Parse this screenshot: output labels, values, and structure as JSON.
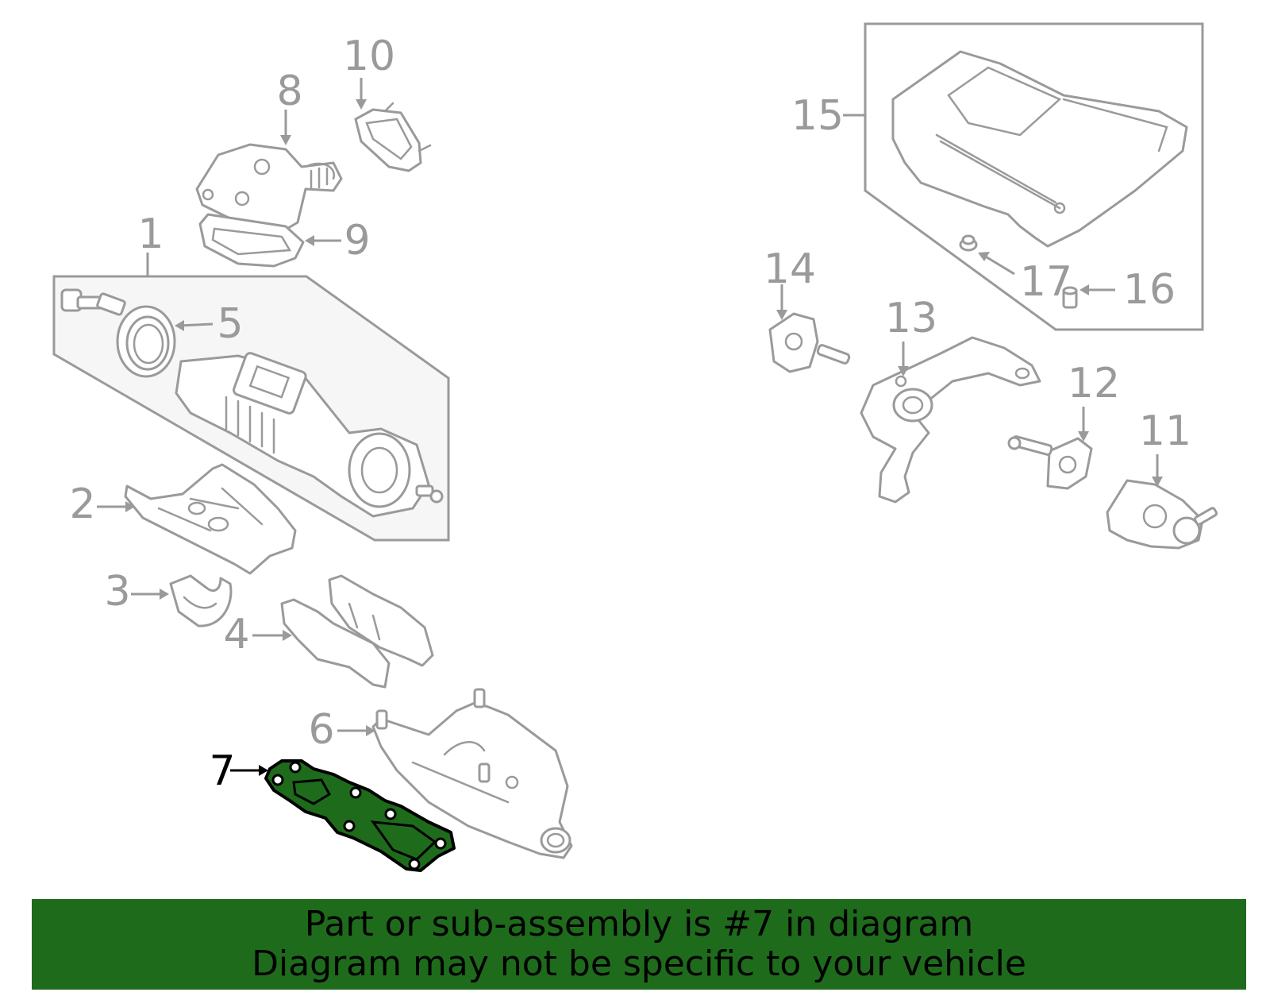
{
  "callouts": [
    {
      "id": "1",
      "label": "1",
      "active": false
    },
    {
      "id": "2",
      "label": "2",
      "active": false
    },
    {
      "id": "3",
      "label": "3",
      "active": false
    },
    {
      "id": "4",
      "label": "4",
      "active": false
    },
    {
      "id": "5",
      "label": "5",
      "active": false
    },
    {
      "id": "6",
      "label": "6",
      "active": false
    },
    {
      "id": "7",
      "label": "7",
      "active": true
    },
    {
      "id": "8",
      "label": "8",
      "active": false
    },
    {
      "id": "9",
      "label": "9",
      "active": false
    },
    {
      "id": "10",
      "label": "10",
      "active": false
    },
    {
      "id": "11",
      "label": "11",
      "active": false
    },
    {
      "id": "12",
      "label": "12",
      "active": false
    },
    {
      "id": "13",
      "label": "13",
      "active": false
    },
    {
      "id": "14",
      "label": "14",
      "active": false
    },
    {
      "id": "15",
      "label": "15",
      "active": false
    },
    {
      "id": "16",
      "label": "16",
      "active": false
    },
    {
      "id": "17",
      "label": "17",
      "active": false
    }
  ],
  "highlight": {
    "part_number": "7",
    "fill_color": "#1e6b1c",
    "outline_color": "#000000"
  },
  "banner": {
    "line1": "Part or sub-assembly is #7 in diagram",
    "line2": "Diagram may not be specific to your vehicle",
    "background_color": "#1e6b1c"
  },
  "colors": {
    "line_art": "#9a9a9a",
    "group_box_fill": "#f6f6f6"
  }
}
